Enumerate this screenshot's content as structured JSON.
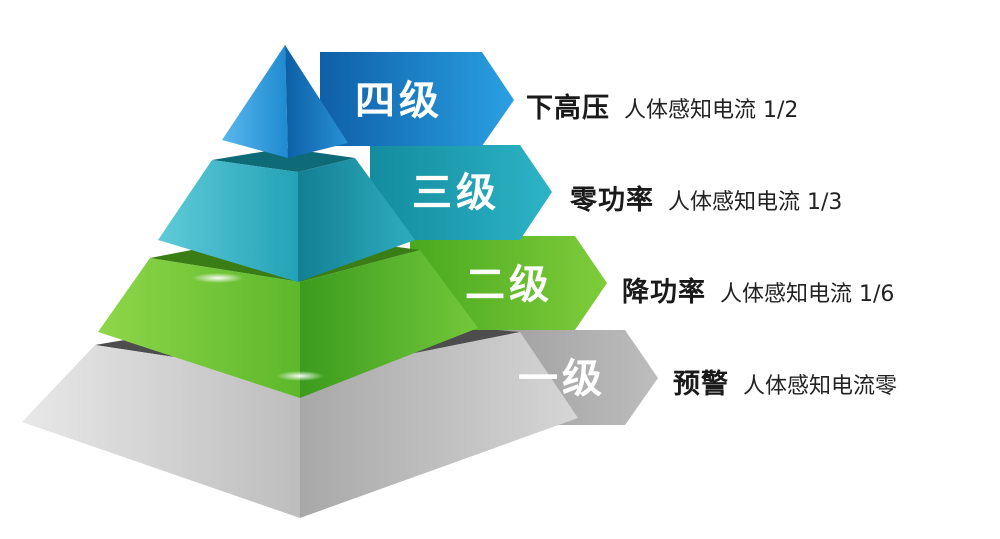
{
  "tiers": [
    {
      "level_label": "四级",
      "name": "下高压",
      "description": "人体感知电流 1/2",
      "color": "#1d8fd0"
    },
    {
      "level_label": "三级",
      "name": "零功率",
      "description": "人体感知电流 1/3",
      "color": "#22a6b8"
    },
    {
      "level_label": "二级",
      "name": "降功率",
      "description": "人体感知电流 1/6",
      "color": "#6cc12e"
    },
    {
      "level_label": "一级",
      "name": "预警",
      "description": "人体感知电流零",
      "color": "#9a9a9a"
    }
  ]
}
